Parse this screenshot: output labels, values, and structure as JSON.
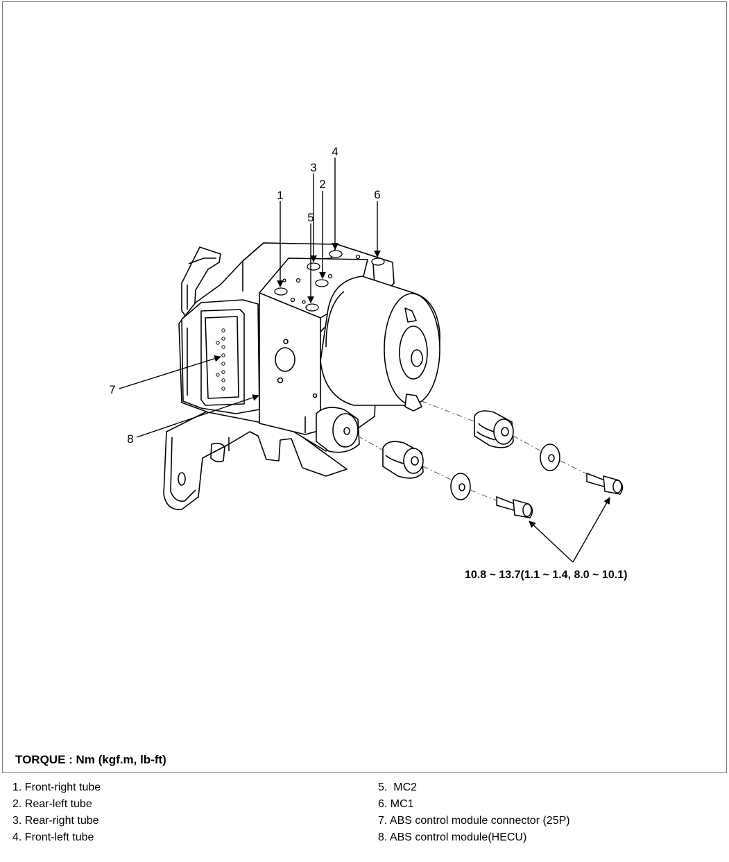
{
  "callouts": {
    "c1": "1",
    "c2": "2",
    "c3": "3",
    "c4": "4",
    "c5": "5",
    "c6": "6",
    "c7": "7",
    "c8": "8"
  },
  "torque_spec": "10.8 ~ 13.7(1.1 ~ 1.4, 8.0 ~ 10.1)",
  "torque_caption": "TORQUE : Nm (kgf.m, lb-ft)",
  "legend": {
    "left": [
      "1. Front-right tube",
      "2. Rear-left tube",
      "3. Rear-right tube",
      "4. Front-left tube"
    ],
    "right": [
      "5.  MC2",
      "6. MC1",
      "7. ABS control module connector (25P)",
      "8. ABS control module(HECU)"
    ]
  }
}
